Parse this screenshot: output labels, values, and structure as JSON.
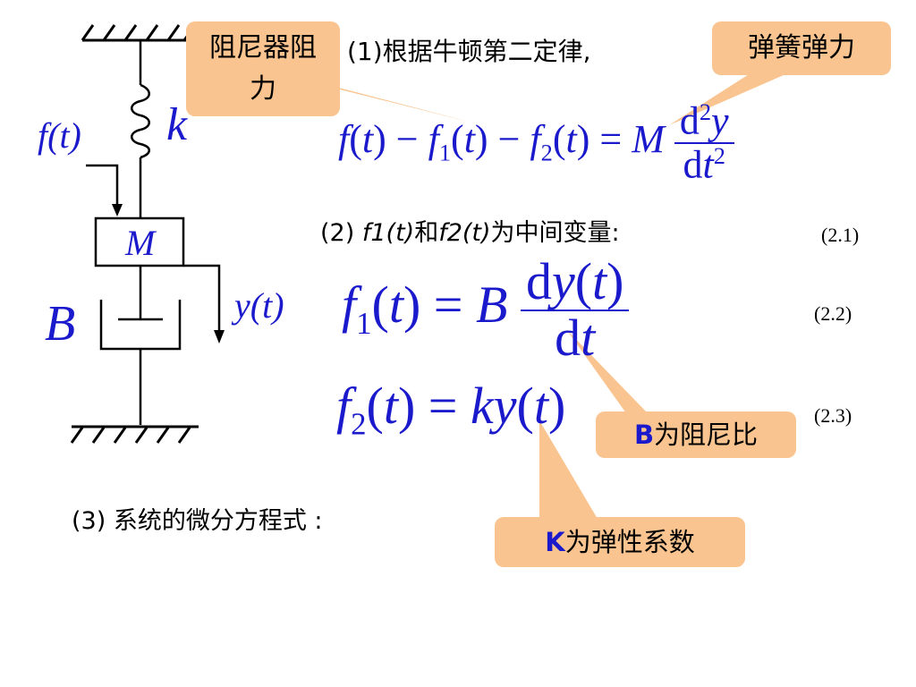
{
  "diagram": {
    "force_label_f": "f",
    "force_label_t": "(t)",
    "spring_label": "k",
    "mass_label": "M",
    "damper_label": "B",
    "disp_label_y": "y",
    "disp_label_t": "(t)"
  },
  "steps": {
    "step1": "(1)根据牛顿第二定律,",
    "step2_prefix": "(2)",
    "step2_f1": "f1",
    "step2_t1": "(t)",
    "step2_and": "和",
    "step2_f2": "f2",
    "step2_t2": "(t)",
    "step2_suffix": "为中间变量:",
    "step3": "(3) 系统的微分方程式 :"
  },
  "callouts": {
    "damper_force": "阻尼器阻力",
    "spring_force": "弹簧弹力",
    "b_desc_letter": "B",
    "b_desc_text": "为阻尼比",
    "k_desc_letter": "K",
    "k_desc_text": "为弹性系数"
  },
  "equations": {
    "eq_num_1": "(2.1)",
    "eq_num_2": "(2.2)",
    "eq_num_3": "(2.3)"
  },
  "colors": {
    "math": "#1a1acc",
    "callout_fill": "#f9c48f",
    "b_letter": "#1a1acc",
    "k_letter": "#1a1acc"
  }
}
